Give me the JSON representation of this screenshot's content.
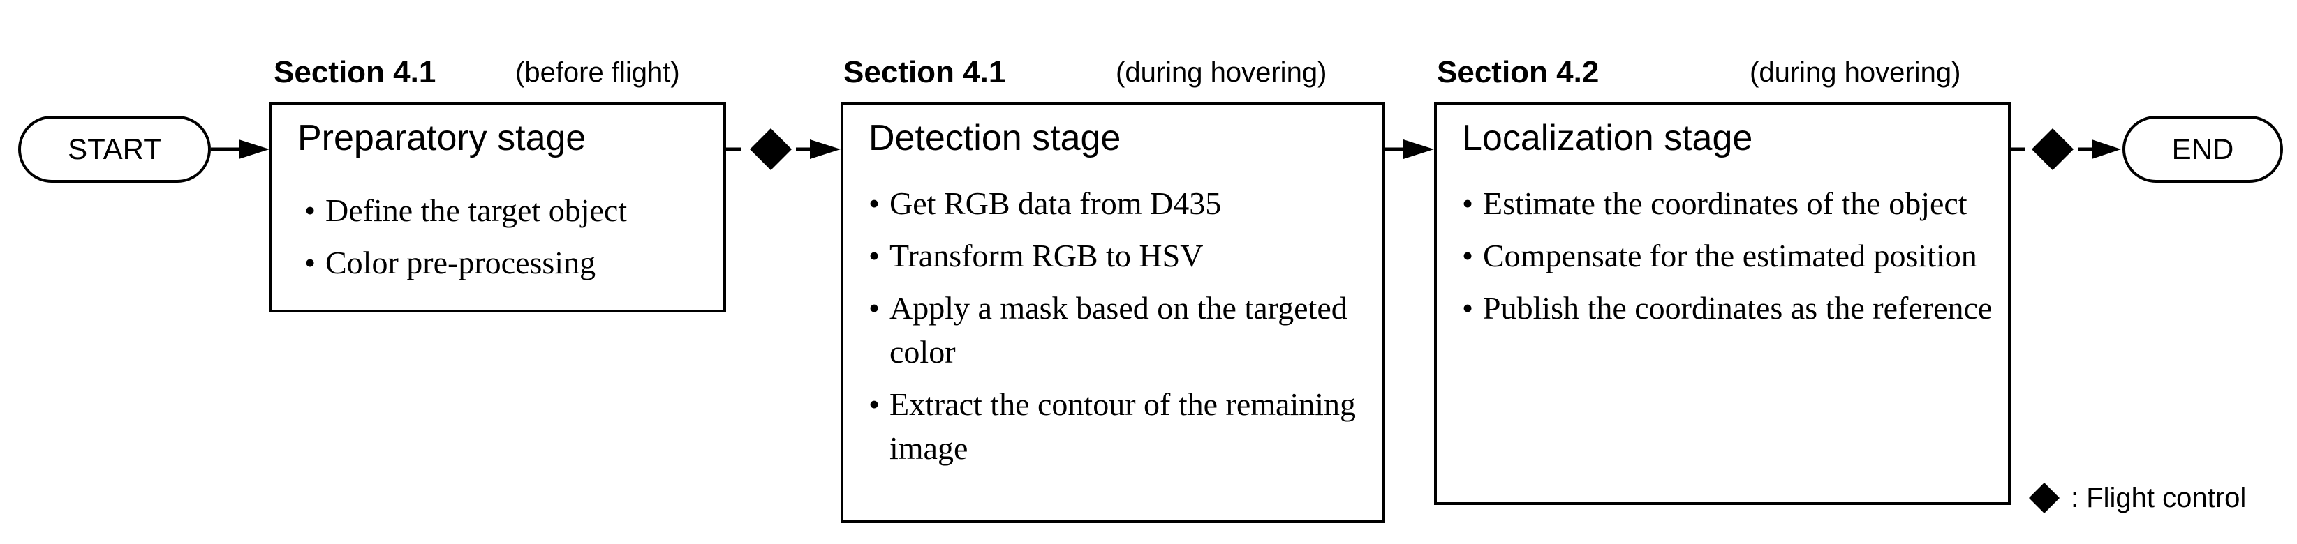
{
  "terminals": {
    "start": "START",
    "end": "END"
  },
  "stages": [
    {
      "section": "Section 4.1",
      "phase": "(before flight)",
      "title": "Preparatory stage",
      "items": [
        "Define the target object",
        "Color pre-processing"
      ]
    },
    {
      "section": "Section 4.1",
      "phase": "(during hovering)",
      "title": "Detection stage",
      "items": [
        "Get RGB data from D435",
        "Transform RGB to HSV",
        "Apply a mask based on the targeted color",
        "Extract the contour of the remaining image"
      ]
    },
    {
      "section": "Section 4.2",
      "phase": "(during hovering)",
      "title": "Localization stage",
      "items": [
        "Estimate the coordinates of the object",
        "Compensate for the estimated position",
        "Publish the coordinates as the reference"
      ]
    }
  ],
  "legend": {
    "symbol_name": "diamond-icon",
    "label": ": Flight control"
  },
  "colors": {
    "stroke": "#000000",
    "background": "#ffffff"
  }
}
